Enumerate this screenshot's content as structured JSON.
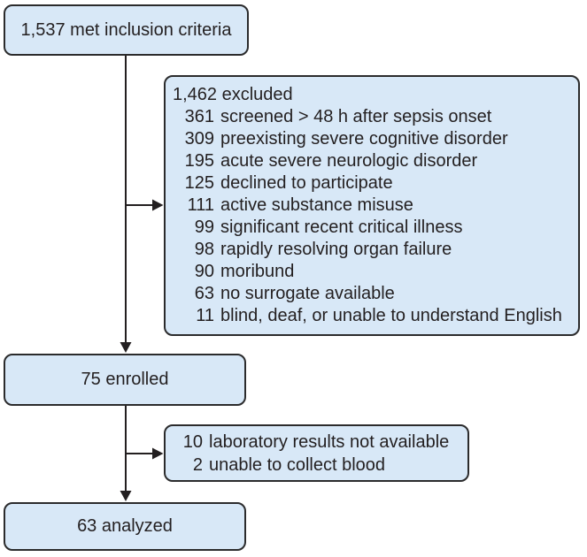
{
  "diagram": {
    "type": "flowchart",
    "colors": {
      "box_fill": "#d8e8f7",
      "box_border": "#2b2b2c",
      "arrow": "#231f20",
      "text": "#231f20"
    },
    "boxes": {
      "inclusion": {
        "label": "1,537 met inclusion criteria"
      },
      "exclusion_main": {
        "header": "1,462 excluded",
        "items": [
          {
            "num": "361",
            "label": "screened > 48 h after sepsis onset"
          },
          {
            "num": "309",
            "label": "preexisting severe cognitive disorder"
          },
          {
            "num": "195",
            "label": "acute severe neurologic disorder"
          },
          {
            "num": "125",
            "label": "declined to participate"
          },
          {
            "num": "111",
            "label": "active substance misuse"
          },
          {
            "num": "99",
            "label": "significant recent critical illness"
          },
          {
            "num": "98",
            "label": "rapidly resolving organ failure"
          },
          {
            "num": "90",
            "label": "moribund"
          },
          {
            "num": "63",
            "label": "no surrogate available"
          },
          {
            "num": "11",
            "label": "blind, deaf, or unable to understand English"
          }
        ]
      },
      "enrolled": {
        "label": "75 enrolled"
      },
      "exclusion_secondary": {
        "items": [
          {
            "num": "10",
            "label": "laboratory results not available"
          },
          {
            "num": "2",
            "label": "unable to collect blood"
          }
        ]
      },
      "analyzed": {
        "label": "63 analyzed"
      }
    }
  }
}
